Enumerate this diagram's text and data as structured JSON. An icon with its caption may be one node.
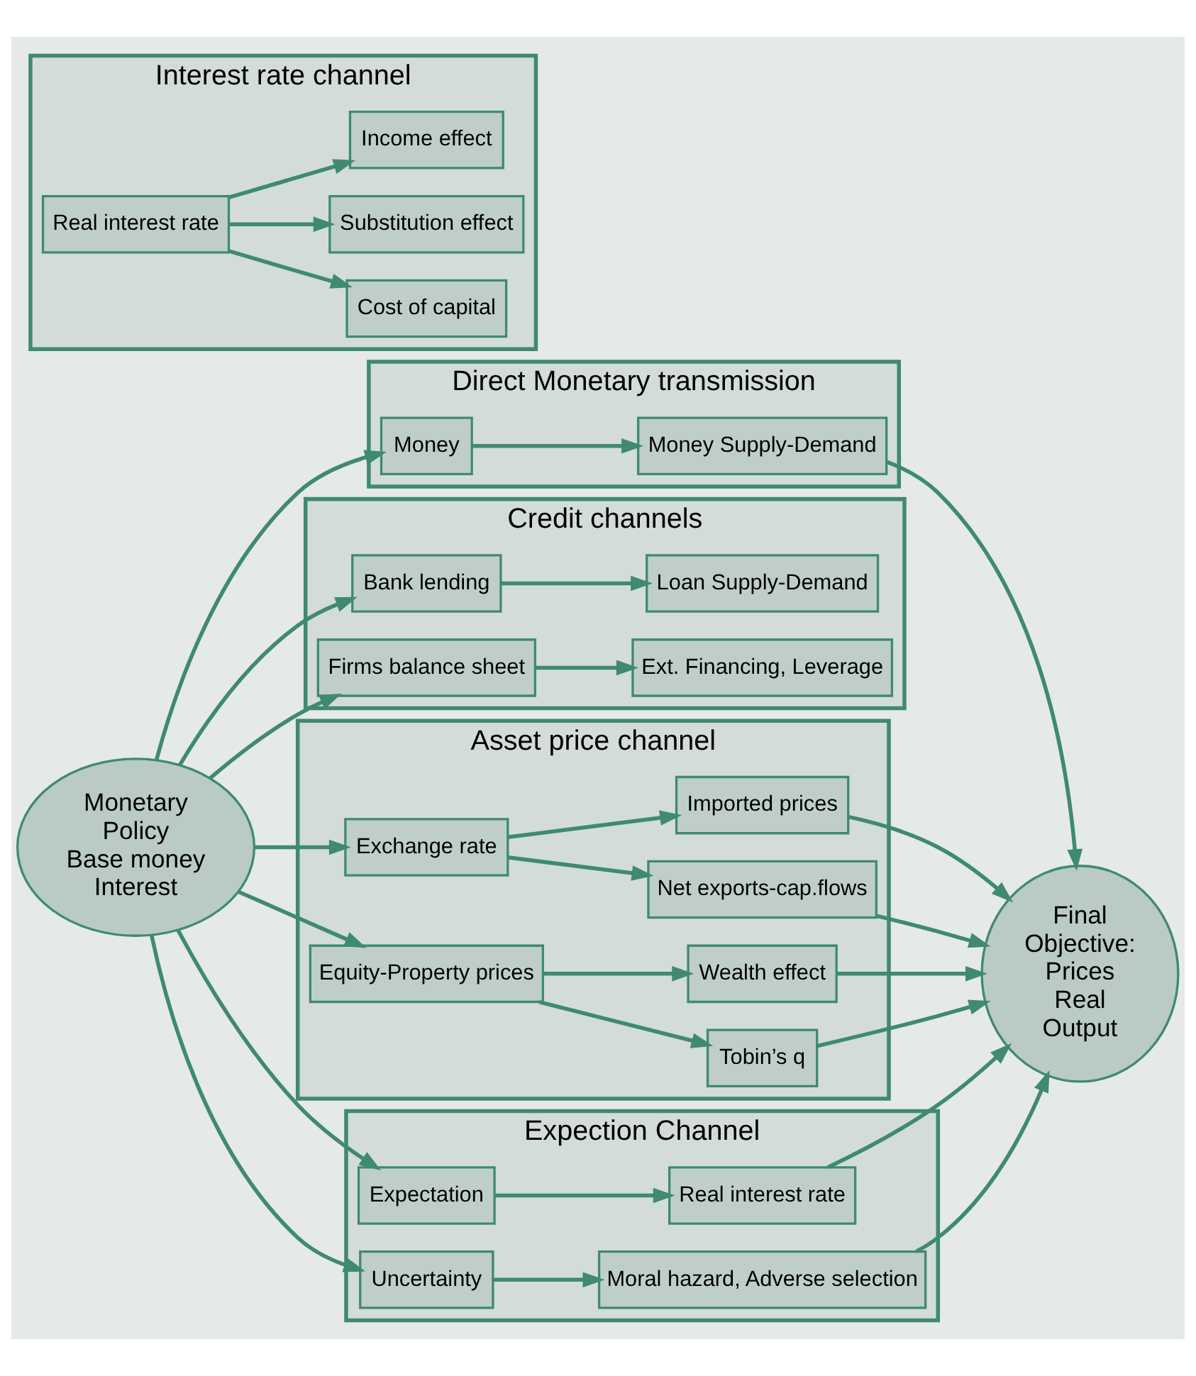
{
  "diagram": {
    "nodes": [
      {
        "text": [
          "Monetary Policy Base money Interest"
        ]
      },
      {
        "text": [
          "Direct Monetary transmission"
        ]
      },
      {
        "text": [
          "Money"
        ],
        "in": 1
      },
      {
        "text": [
          "Money Supply-Demand"
        ],
        "in": 1
      },
      {
        "text": [
          "Credit channels"
        ]
      },
      {
        "text": [
          "Bank lending"
        ],
        "in": 4
      },
      {
        "text": [
          "Loan Supply-Demand"
        ],
        "in": 4
      },
      {
        "text": [
          "Firms balance sheet"
        ],
        "in": 4
      },
      {
        "text": [
          "Ext. Financing, Leverage"
        ],
        "in": 4
      },
      {
        "text": [
          "Interest rate channel"
        ]
      },
      {
        "text": [
          "Real interest rate"
        ],
        "in": 9
      },
      {
        "text": [
          "Cost of capital"
        ],
        "in": 9
      },
      {
        "text": [
          "Substitution effect"
        ],
        "in": 9
      },
      {
        "text": [
          "Income effect"
        ],
        "in": 9
      },
      {
        "text": [
          "Asset price channel"
        ]
      },
      {
        "text": [
          "Exchange rate"
        ],
        "in": 14
      },
      {
        "text": [
          "Net exports-cap.flows"
        ],
        "in": 14
      },
      {
        "text": [
          "Imported prices"
        ],
        "in": 14
      },
      {
        "text": [
          "Equity-Property prices"
        ],
        "in": 14
      },
      {
        "text": [
          "Tobin’s q"
        ],
        "in": 14
      },
      {
        "text": [
          "Wealth effect"
        ],
        "in": 14
      },
      {
        "text": [
          "Expection Channel"
        ]
      },
      {
        "text": [
          "Expectation"
        ],
        "in": 21
      },
      {
        "text": [
          "Real interest rate"
        ],
        "in": 21
      },
      {
        "text": [
          "Uncertainty"
        ],
        "in": 21
      },
      {
        "text": [
          "Moral hazard, Adverse selection"
        ],
        "in": 21
      },
      {
        "text": [
          "Final Objective: Prices Real Output"
        ]
      }
    ],
    "edges": [
      {
        "from": 0,
        "to": 2,
        "arrow": "to"
      },
      {
        "from": 2,
        "to": 3,
        "arrow": "to"
      },
      {
        "from": 0,
        "to": 5,
        "arrow": "to"
      },
      {
        "from": 5,
        "to": 6,
        "arrow": "to"
      },
      {
        "from": 0,
        "to": 7,
        "arrow": "to"
      },
      {
        "from": 7,
        "to": 8,
        "arrow": "to"
      },
      {
        "from": 10,
        "to": 11,
        "arrow": "to"
      },
      {
        "from": 10,
        "to": 12,
        "arrow": "to"
      },
      {
        "from": 10,
        "to": 13,
        "arrow": "to"
      },
      {
        "from": 0,
        "to": 15,
        "arrow": "to"
      },
      {
        "from": 15,
        "to": 16,
        "arrow": "to"
      },
      {
        "from": 15,
        "to": 17,
        "arrow": "to"
      },
      {
        "from": 0,
        "to": 18,
        "arrow": "to"
      },
      {
        "from": 18,
        "to": 19,
        "arrow": "to"
      },
      {
        "from": 18,
        "to": 20,
        "arrow": "to"
      },
      {
        "from": 0,
        "to": 22,
        "arrow": "to"
      },
      {
        "from": 22,
        "to": 23,
        "arrow": "to"
      },
      {
        "from": 0,
        "to": 24,
        "arrow": "to"
      },
      {
        "from": 24,
        "to": 25,
        "arrow": "to"
      },
      {
        "from": 3,
        "to": 26,
        "arrow": "to"
      },
      {
        "from": 16,
        "to": 26,
        "arrow": "to"
      },
      {
        "from": 17,
        "to": 26,
        "arrow": "to"
      },
      {
        "from": 19,
        "to": 26,
        "arrow": "to"
      },
      {
        "from": 20,
        "to": 26,
        "arrow": "to"
      },
      {
        "from": 23,
        "to": 26,
        "arrow": "to"
      },
      {
        "from": 25,
        "to": 26,
        "arrow": "to"
      }
    ]
  }
}
